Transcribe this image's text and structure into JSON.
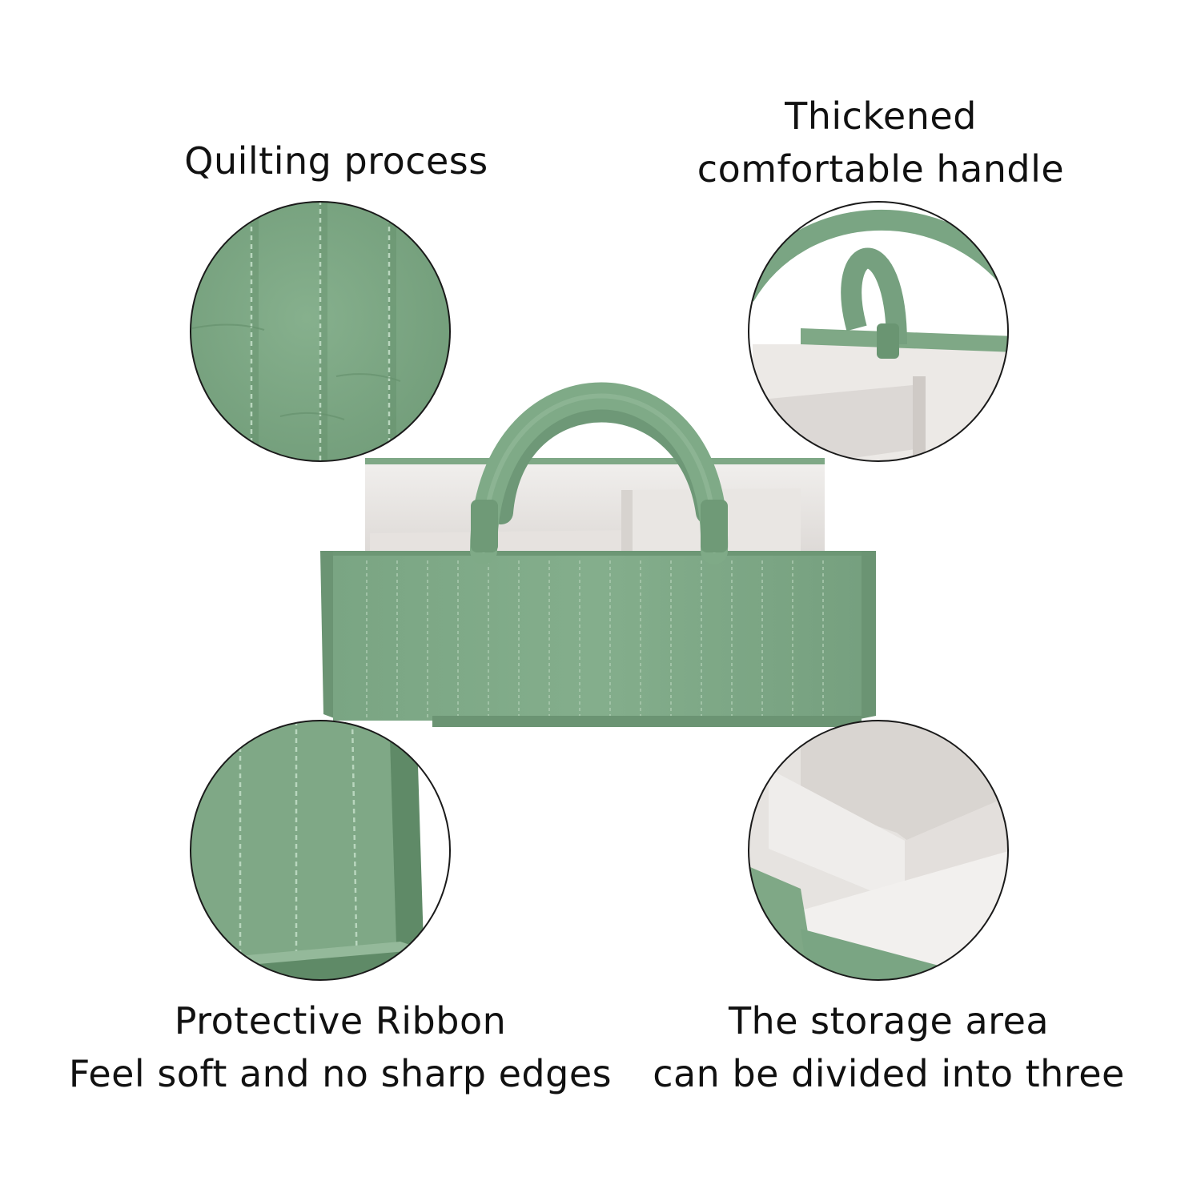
{
  "features": {
    "quilting": {
      "line1": "Quilting process"
    },
    "handle": {
      "line1": "Thickened",
      "line2": "comfortable handle"
    },
    "ribbon": {
      "line1": "Protective Ribbon",
      "line2": "Feel soft and no sharp edges"
    },
    "storage": {
      "line1": "The storage area",
      "line2": "can be divided into three"
    }
  },
  "colors": {
    "fabric_green": "#7fa886",
    "fabric_green_dark": "#5f8a67",
    "lining": "#ece9e6",
    "text": "#111111",
    "circle_border": "#1a1a1a"
  }
}
